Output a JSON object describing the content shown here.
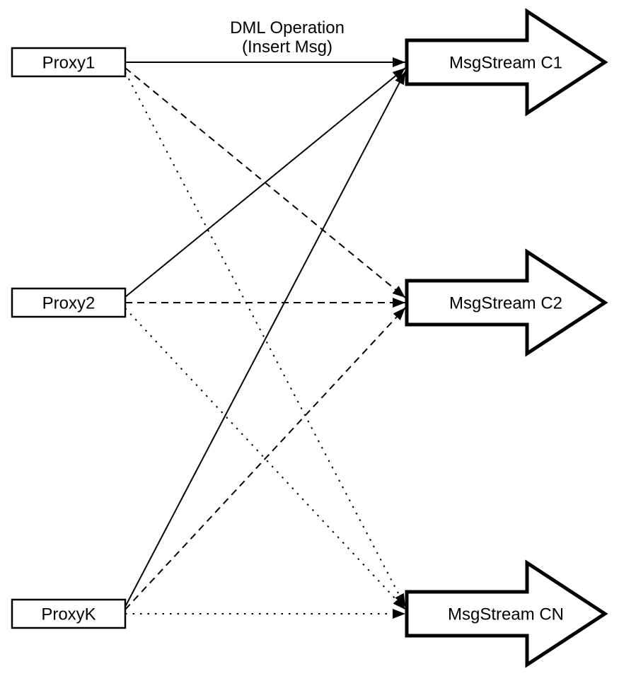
{
  "title": {
    "line1": "DML Operation",
    "line2": "(Insert Msg)"
  },
  "proxies": [
    {
      "id": "proxy1",
      "label": "Proxy1"
    },
    {
      "id": "proxy2",
      "label": "Proxy2"
    },
    {
      "id": "proxyk",
      "label": "ProxyK"
    }
  ],
  "streams": [
    {
      "id": "c1",
      "label": "MsgStream C1",
      "incoming_line_style": "solid"
    },
    {
      "id": "c2",
      "label": "MsgStream C2",
      "incoming_line_style": "dashed"
    },
    {
      "id": "cn",
      "label": "MsgStream CN",
      "incoming_line_style": "dotted"
    }
  ],
  "edges": [
    {
      "from": "Proxy1",
      "to": "MsgStream C1",
      "style": "solid",
      "label": "DML Operation (Insert Msg)"
    },
    {
      "from": "Proxy1",
      "to": "MsgStream C2",
      "style": "dashed"
    },
    {
      "from": "Proxy1",
      "to": "MsgStream CN",
      "style": "dotted"
    },
    {
      "from": "Proxy2",
      "to": "MsgStream C1",
      "style": "solid"
    },
    {
      "from": "Proxy2",
      "to": "MsgStream C2",
      "style": "dashed"
    },
    {
      "from": "Proxy2",
      "to": "MsgStream CN",
      "style": "dotted"
    },
    {
      "from": "ProxyK",
      "to": "MsgStream C1",
      "style": "solid"
    },
    {
      "from": "ProxyK",
      "to": "MsgStream C2",
      "style": "dashed"
    },
    {
      "from": "ProxyK",
      "to": "MsgStream CN",
      "style": "dotted"
    }
  ],
  "colors": {
    "stroke": "#000000",
    "fill": "#ffffff",
    "background": "#ffffff"
  }
}
